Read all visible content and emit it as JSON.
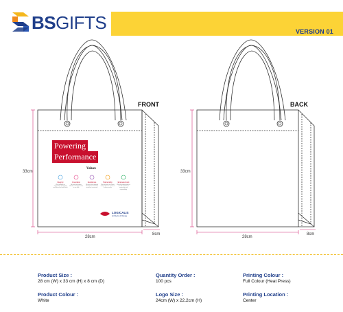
{
  "brand": {
    "name_part1": "BS",
    "name_part2": "GIFTS"
  },
  "header": {
    "version": "VERSION 01"
  },
  "front": {
    "label": "FRONT",
    "height_dim": "33cm",
    "width_dim": "28cm",
    "depth_dim": "8cm",
    "design": {
      "headline_line1": "Powering",
      "headline_line2": "Performance",
      "values_title": "Values",
      "values": [
        {
          "name": "Integrity",
          "text": "We champion an organization of integrity and ethics that builds trust"
        },
        {
          "name": "Innovation",
          "text": "We seek new ideas, attitudes and approaches in our work"
        },
        {
          "name": "Excellence",
          "text": "We strive for continual development and best practices in our work"
        },
        {
          "name": "Partnership",
          "text": "We work with our clients and partners as a team to achieve results"
        },
        {
          "name": "Empowerment",
          "text": "We encourage people to act with a sense of ownership and responsibility"
        }
      ],
      "brand_name": "LOGICALIS",
      "brand_tagline": "Architects of Change"
    }
  },
  "back": {
    "label": "BACK",
    "height_dim": "33cm",
    "width_dim": "28cm",
    "depth_dim": "8cm"
  },
  "specs": {
    "product_size_label": "Product Size :",
    "product_size_value": "28 cm (W) x 33 cm (H) x 8 cm (D)",
    "product_colour_label": "Product Colour :",
    "product_colour_value": "White",
    "quantity_label": "Quantity Order :",
    "quantity_value": "100 pcs",
    "logo_size_label": "Logo Size :",
    "logo_size_value": "24cm (W) x 22.2cm (H)",
    "printing_colour_label": "Printing Colour :",
    "printing_colour_value": "Full Colour (Heat Press)",
    "printing_location_label": "Printing Location :",
    "printing_location_value": "Center"
  },
  "colors": {
    "navy": "#1f3e8a",
    "yellow": "#fcd336",
    "red": "#c8102e",
    "dim_pink": "#d6337a"
  }
}
